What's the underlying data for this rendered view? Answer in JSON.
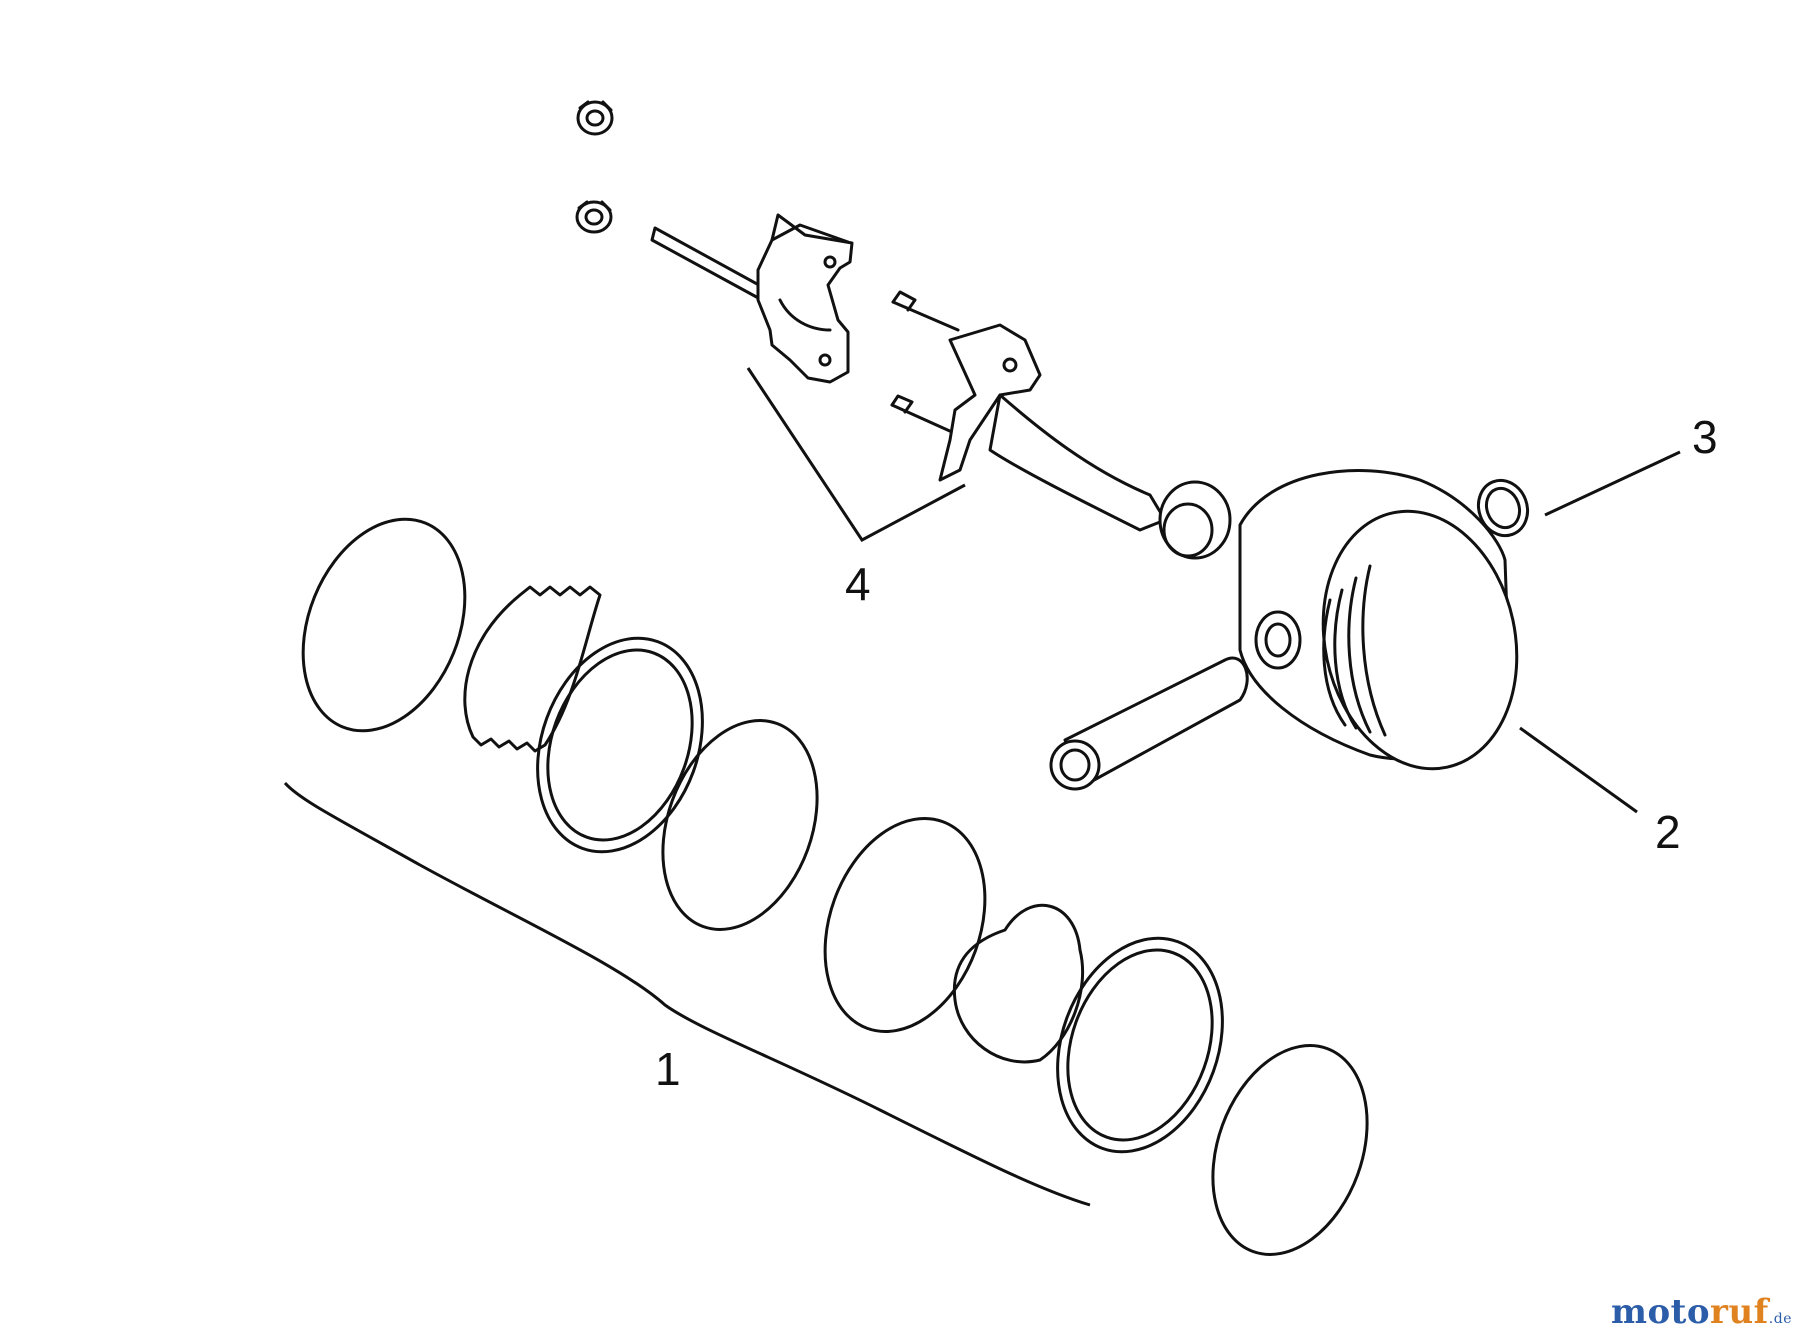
{
  "callouts": [
    {
      "id": "1",
      "text": "1"
    },
    {
      "id": "2",
      "text": "2"
    },
    {
      "id": "3",
      "text": "3"
    },
    {
      "id": "4",
      "text": "4"
    }
  ],
  "watermark": {
    "part_a": "moto",
    "part_b": "ruf",
    "suffix": ".de",
    "colors": {
      "primary": "#2b5da8",
      "accent": "#e0821f"
    }
  }
}
